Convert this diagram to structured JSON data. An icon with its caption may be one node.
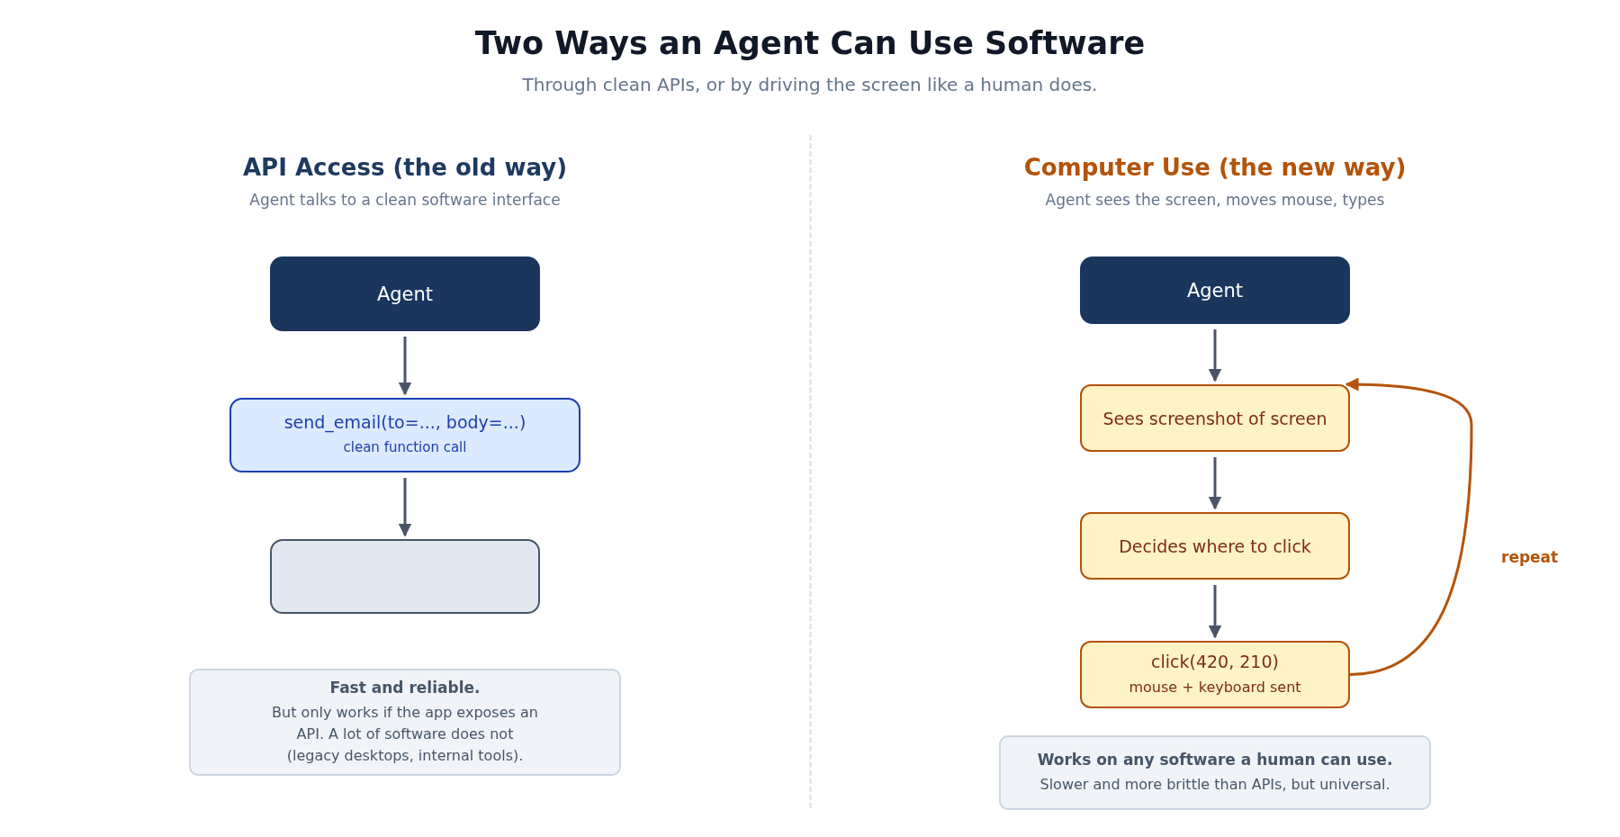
{
  "diagram": {
    "title": "Two Ways an Agent Can Use Software",
    "nodes": [
      {
        "text": [
          "Agent"
        ]
      },
      {
        "text": [
          "send_email(to=..., body=...)",
          "clean function call"
        ]
      },
      {
        "text": [],
        "shape": "box"
      },
      {
        "text": [
          "Fast and reliable.",
          "But only works if the app exposes an API. A lot of software does not (legacy desktops, internal tools)."
        ]
      },
      {
        "text": [
          "Agent"
        ]
      },
      {
        "text": [
          "Sees screenshot of screen"
        ]
      },
      {
        "text": [
          "Decides where to click"
        ]
      },
      {
        "text": [
          "click(420, 210)",
          "mouse + keyboard sent"
        ]
      },
      {
        "text": [
          "Works on any software a human can use.",
          "Slower and more brittle than APIs, but universal."
        ]
      }
    ],
    "edges": [
      {
        "from": 0,
        "to": 1,
        "arrow": "to"
      },
      {
        "from": 1,
        "to": 2,
        "arrow": "to"
      },
      {
        "from": 4,
        "to": 5,
        "arrow": "to"
      },
      {
        "from": 5,
        "to": 6,
        "arrow": "to"
      },
      {
        "from": 6,
        "to": 7,
        "arrow": "to"
      },
      {
        "from": 7,
        "to": 5,
        "arrow": "to",
        "label": "repeat",
        "color": "#b45309"
      }
    ],
    "labels": [
      "Through clean APIs, or by driving the screen like a human does.",
      "API Access (the old way)",
      "Agent talks to a clean software interface",
      "Computer Use (the new way)",
      "Agent sees the screen, moves mouse, types"
    ]
  }
}
